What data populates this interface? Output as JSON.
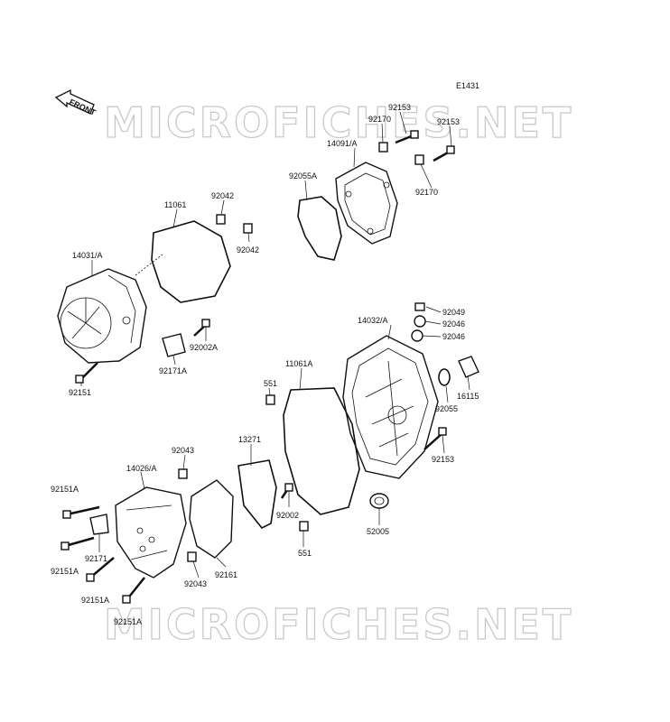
{
  "diagram_code": "E1431",
  "front_arrow_label": "FRONT",
  "watermark": "MICROFICHES.NET",
  "parts": [
    "92153",
    "92153",
    "92170",
    "92170",
    "14091/A",
    "92055A",
    "11061",
    "92042",
    "92042",
    "14031/A",
    "92002A",
    "92171A",
    "92151",
    "14032/A",
    "92049",
    "92046",
    "92046",
    "16115",
    "92055",
    "92153",
    "11061A",
    "551",
    "13271",
    "92043",
    "14026/A",
    "92151A",
    "92171",
    "92151A",
    "92151A",
    "92151A",
    "92043",
    "92161",
    "92002",
    "551",
    "52005"
  ]
}
